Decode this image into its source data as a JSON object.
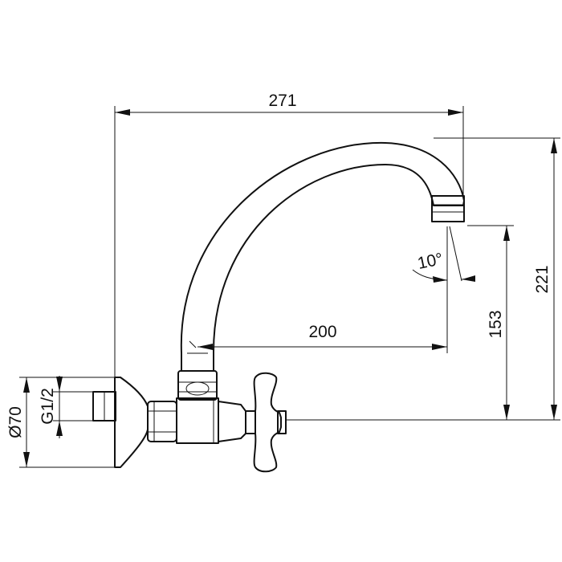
{
  "dimensions": {
    "overall_width": "271",
    "overall_height": "221",
    "spout_reach": "200",
    "outlet_height": "153",
    "angle": "10°",
    "flange_diameter": "Ø70",
    "thread": "G1/2"
  },
  "colors": {
    "line": "#111111",
    "background": "#ffffff"
  }
}
